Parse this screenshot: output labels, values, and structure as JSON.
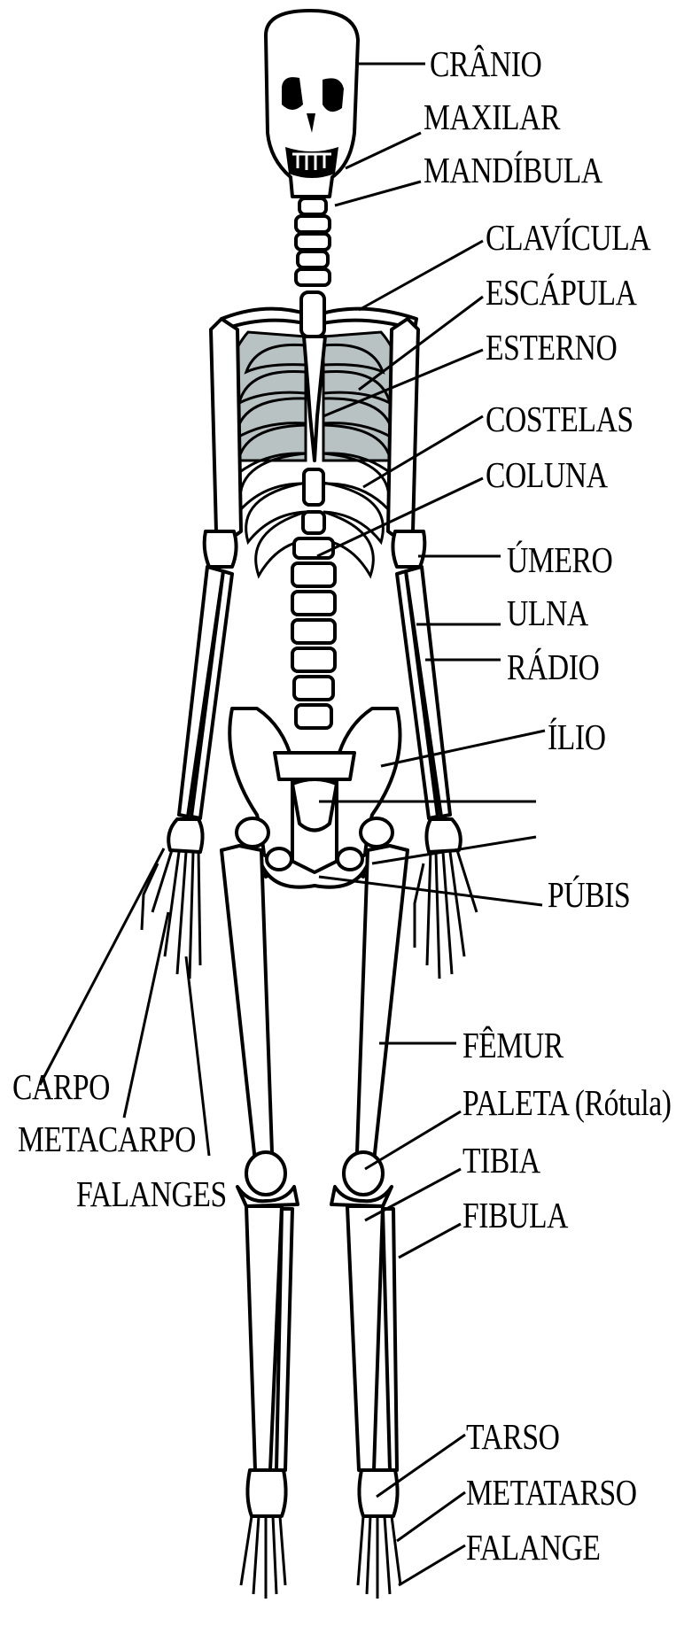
{
  "labels": {
    "cranio": "CRÂNIO",
    "maxilar": "MAXILAR",
    "mandibula": "MANDÍBULA",
    "clavicula": "CLAVÍCULA",
    "escapula": "ESCÁPULA",
    "esterno": "ESTERNO",
    "costelas": "COSTELAS",
    "coluna": "COLUNA",
    "umero": "ÚMERO",
    "ulna": "ULNA",
    "radio": "RÁDIO",
    "ilio": "ÍLIO",
    "pubis": "PÚBIS",
    "carpo": "CARPO",
    "metacarpo": "METACARPO",
    "falanges": "FALANGES",
    "femur": "FÊMUR",
    "paleta": "PALETA (Rótula)",
    "tibia": "TIBIA",
    "fibula": "FIBULA",
    "tarso": "TARSO",
    "metatarso": "METATARSO",
    "falange": "FALANGE"
  }
}
